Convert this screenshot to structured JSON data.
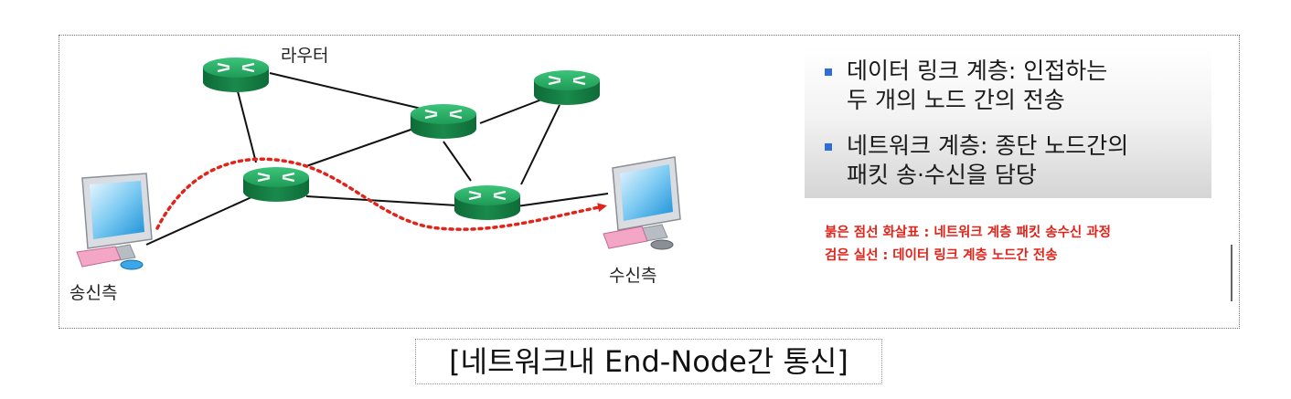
{
  "labels": {
    "router": "라우터",
    "sender": "송신측",
    "receiver": "수신측"
  },
  "info": {
    "bullets": [
      {
        "lines": [
          "데이터 링크 계층: 인접하는",
          "두 개의 노드 간의 전송"
        ]
      },
      {
        "lines": [
          "네트워크 계층: 종단 노드간의",
          "패킷 송·수신을 담당"
        ]
      }
    ]
  },
  "legend": {
    "red": "붉은 점선 화살표 : 네트워크 계층 패킷 송수신 과정",
    "black": "검은 실선 : 데이터 링크 계층 노드간 전송"
  },
  "caption": "[네트워크내 End-Node간 통신]",
  "colors": {
    "router": "#1f9b57",
    "router_dark": "#0e6b37",
    "path": "#e2231a",
    "link": "#111111",
    "bullet": "#2f6fd0"
  },
  "icons": {
    "router": "router-icon",
    "computer": "computer-icon"
  }
}
